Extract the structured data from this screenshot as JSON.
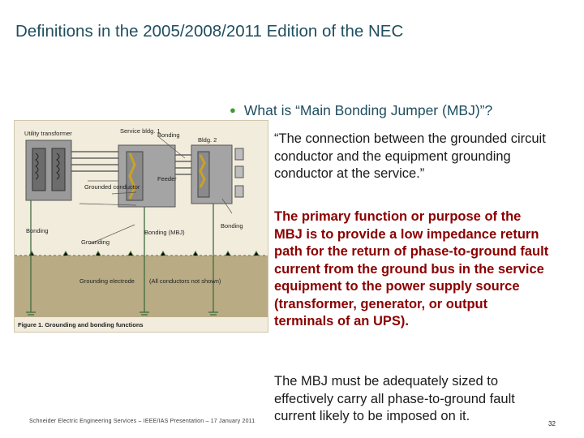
{
  "slide": {
    "title": "Definitions in the 2005/2008/2011 Edition of the NEC",
    "question": "What is “Main Bonding Jumper (MBJ)”?",
    "quote": "“The connection between the grounded circuit conductor and the equipment grounding conductor at the service.”",
    "primary_function": "The primary function or purpose of the MBJ is to provide a low impedance return path for the return of phase-to-ground fault current from the ground bus in the service equipment to the power supply source (transformer, generator, or output terminals of an UPS).",
    "mbj_sizing": "The MBJ must be adequately sized to effectively carry all phase-to-ground fault current likely to be imposed on it.",
    "footer": "Schneider Electric Engineering Services – IEEE/IAS Presentation – 17 January 2011",
    "page_number": "32"
  },
  "figure": {
    "utility_transformer": "Utility transformer",
    "service_bldg": "Service bldg. 1",
    "bonding_top": "Bonding",
    "bldg2": "Bldg. 2",
    "grounded_conductor": "Grounded conductor",
    "feeder": "Feeder",
    "bonding_left": "Bonding",
    "bonding_mbj": "Bonding (MBJ)",
    "bonding_right": "Bonding",
    "grounding_label": "Grounding",
    "grounding_electrode": "Grounding electrode",
    "conductors_note": "(All conductors not shown)",
    "caption": "Figure 1. Grounding and bonding functions"
  },
  "colors": {
    "title": "#1f4e5f",
    "bullet": "#3d9b35",
    "emphasis": "#8b0000",
    "soil": "#b9ab84"
  }
}
